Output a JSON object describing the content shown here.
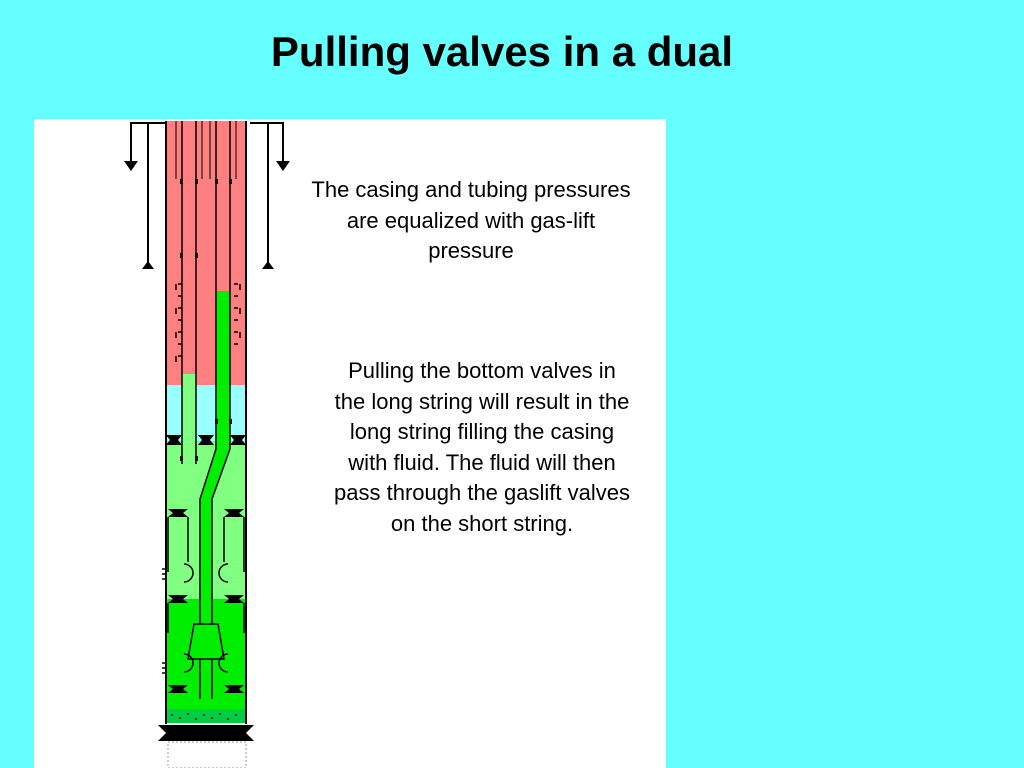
{
  "slide": {
    "title": "Pulling valves in a dual",
    "caption_pressures": "The casing and tubing pressures are equalized with gas-lift pressure",
    "caption_pulling": "Pulling the bottom valves in the long string will result in the long string filling the casing with fluid.  The fluid will then pass through the gaslift valves on the short string."
  },
  "colors": {
    "background": "#66ffff",
    "panel": "#ffffff",
    "gas_pressure_zone": "#ff8080",
    "transition_zone": "#99ffff",
    "casing_fluid": "#80ff80",
    "tubing_fluid": "#00ee00"
  }
}
